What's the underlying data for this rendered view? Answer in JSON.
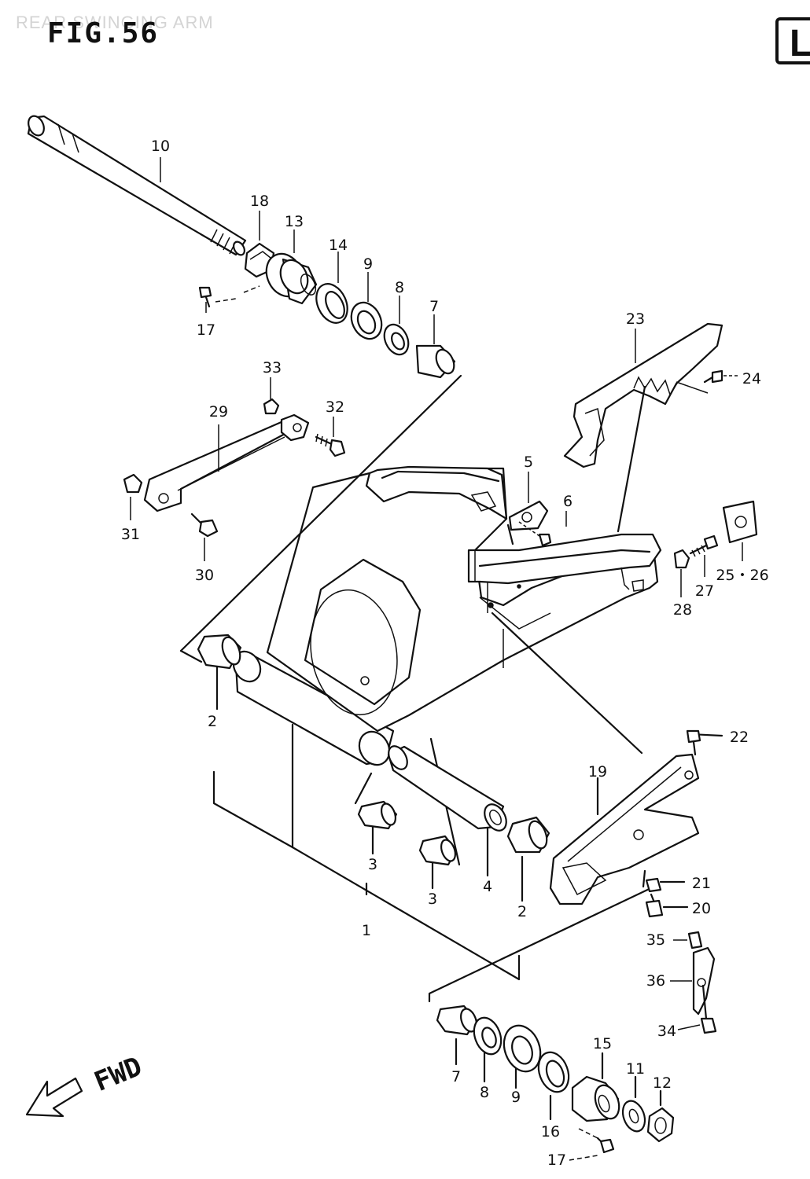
{
  "header": {
    "faint_text": "REAR SWINGING ARM",
    "title": "FIG.56",
    "corner_letter": "L"
  },
  "direction_label": "FWD",
  "callouts": [
    {
      "id": "c1",
      "text": "1"
    },
    {
      "id": "c2a",
      "text": "2"
    },
    {
      "id": "c2b",
      "text": "2"
    },
    {
      "id": "c3a",
      "text": "3"
    },
    {
      "id": "c3b",
      "text": "3"
    },
    {
      "id": "c4",
      "text": "4"
    },
    {
      "id": "c5",
      "text": "5"
    },
    {
      "id": "c6",
      "text": "6"
    },
    {
      "id": "c7a",
      "text": "7"
    },
    {
      "id": "c7b",
      "text": "7"
    },
    {
      "id": "c8a",
      "text": "8"
    },
    {
      "id": "c8b",
      "text": "8"
    },
    {
      "id": "c9a",
      "text": "9"
    },
    {
      "id": "c9b",
      "text": "9"
    },
    {
      "id": "c10",
      "text": "10"
    },
    {
      "id": "c11",
      "text": "11"
    },
    {
      "id": "c12",
      "text": "12"
    },
    {
      "id": "c13",
      "text": "13"
    },
    {
      "id": "c14",
      "text": "14"
    },
    {
      "id": "c15",
      "text": "15"
    },
    {
      "id": "c16",
      "text": "16"
    },
    {
      "id": "c17a",
      "text": "17"
    },
    {
      "id": "c17b",
      "text": "17"
    },
    {
      "id": "c18",
      "text": "18"
    },
    {
      "id": "c19",
      "text": "19"
    },
    {
      "id": "c20",
      "text": "20"
    },
    {
      "id": "c21",
      "text": "21"
    },
    {
      "id": "c22",
      "text": "22"
    },
    {
      "id": "c23",
      "text": "23"
    },
    {
      "id": "c24",
      "text": "24"
    },
    {
      "id": "c25",
      "text": "25・26"
    },
    {
      "id": "c27",
      "text": "27"
    },
    {
      "id": "c28",
      "text": "28"
    },
    {
      "id": "c29",
      "text": "29"
    },
    {
      "id": "c30",
      "text": "30"
    },
    {
      "id": "c31",
      "text": "31"
    },
    {
      "id": "c32",
      "text": "32"
    },
    {
      "id": "c33",
      "text": "33"
    },
    {
      "id": "c34",
      "text": "34"
    },
    {
      "id": "c35",
      "text": "35"
    },
    {
      "id": "c36",
      "text": "36"
    }
  ]
}
